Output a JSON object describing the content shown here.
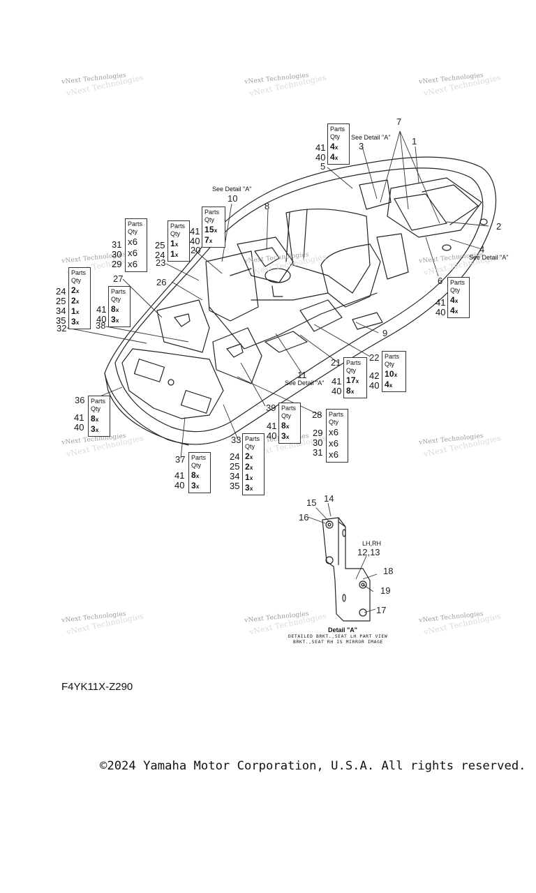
{
  "watermark": "vNext Technologies",
  "see_detail": "See Detail \"A\"",
  "parts_header": "Parts",
  "qty_header": "Qty",
  "callouts": [
    "1",
    "2",
    "3",
    "4",
    "5",
    "6",
    "7",
    "8",
    "9",
    "11",
    "10",
    "20",
    "23",
    "26",
    "27",
    "32",
    "38",
    "21",
    "22",
    "28",
    "29",
    "30",
    "31",
    "33",
    "36",
    "37",
    "39",
    "12,13",
    "14",
    "15",
    "16",
    "17",
    "18",
    "19"
  ],
  "qty_groups": [
    {
      "parts": [
        "41",
        "40"
      ],
      "qty": [
        "4",
        "4"
      ]
    },
    {
      "parts": [
        "31",
        "30",
        "29"
      ],
      "qty": [
        "x6",
        "x6",
        "x6"
      ]
    },
    {
      "parts": [
        "25",
        "24"
      ],
      "qty": [
        "1",
        "1"
      ]
    },
    {
      "parts": [
        "41",
        "40"
      ],
      "qty": [
        "15",
        "7"
      ]
    },
    {
      "parts": [
        "24",
        "25",
        "34",
        "35"
      ],
      "qty": [
        "2",
        "2",
        "1",
        "3"
      ]
    },
    {
      "parts": [
        "41",
        "40"
      ],
      "qty": [
        "8",
        "3"
      ]
    },
    {
      "parts": [
        "41",
        "40"
      ],
      "qty": [
        "4",
        "4"
      ]
    },
    {
      "parts": [
        "41",
        "40"
      ],
      "qty": [
        "17",
        "8"
      ]
    },
    {
      "parts": [
        "42",
        "40"
      ],
      "qty": [
        "10",
        "4"
      ]
    },
    {
      "parts": [
        "41",
        "40"
      ],
      "qty": [
        "8",
        "3"
      ]
    },
    {
      "parts": [
        "41",
        "40"
      ],
      "qty": [
        "8",
        "3"
      ]
    },
    {
      "parts": [
        "41",
        "40"
      ],
      "qty": [
        "8",
        "3"
      ]
    },
    {
      "parts": [
        "24",
        "25",
        "34",
        "35"
      ],
      "qty": [
        "2",
        "2",
        "1",
        "3"
      ]
    },
    {
      "parts": [
        "29",
        "30",
        "31"
      ],
      "qty": [
        "x6",
        "x6",
        "x6"
      ]
    }
  ],
  "qty_suffix": "x",
  "detail": {
    "lhrh": "LH,RH",
    "title": "Detail \"A\"",
    "line1": "DETAILED BRKT.,SEAT LH PART VIEW",
    "line2": "BRKT.,SEAT RH IS MIRROR IMAGE"
  },
  "figure_code": "F4YK11X-Z290",
  "copyright": "©2024 Yamaha Motor Corporation, U.S.A. All rights reserved."
}
